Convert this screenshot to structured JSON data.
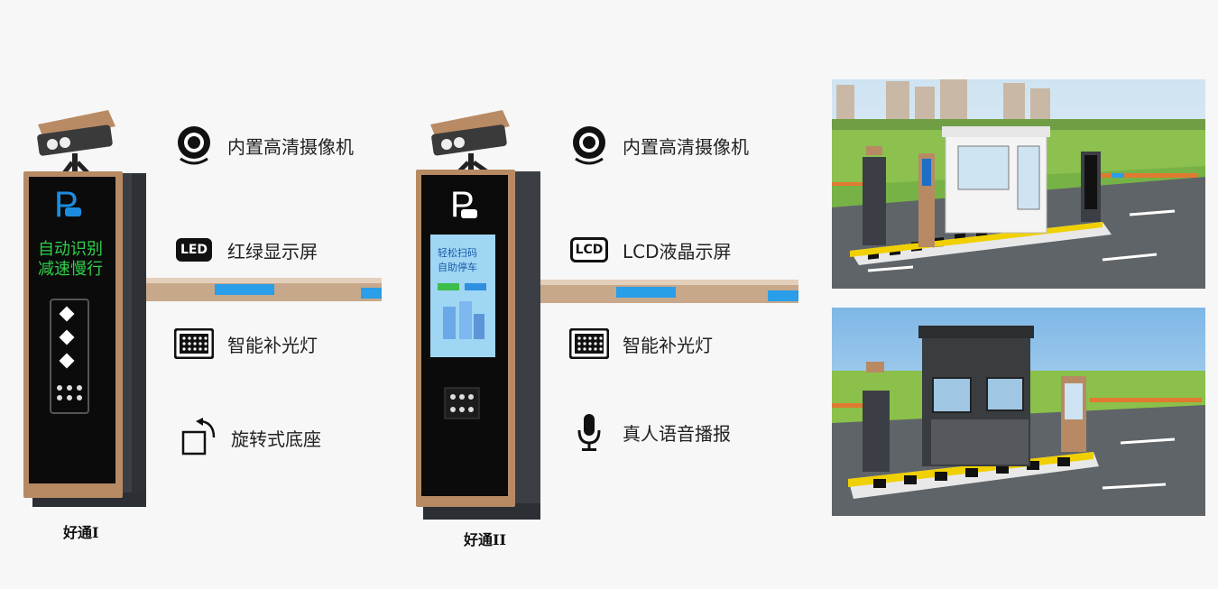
{
  "products": [
    {
      "caption": "好通I",
      "pillar_display": {
        "line1": "自动识别",
        "line2": "减速慢行",
        "parking_symbol": "P"
      },
      "features": [
        {
          "icon": "camera-icon",
          "label": "内置高清摄像机"
        },
        {
          "icon": "led-icon",
          "label": "红绿显示屏"
        },
        {
          "icon": "light-grid-icon",
          "label": "智能补光灯"
        },
        {
          "icon": "rotate-icon",
          "label": "旋转式底座"
        }
      ]
    },
    {
      "caption": "好通II",
      "pillar_display": {
        "line1": "轻松扫码",
        "line2": "自助停车",
        "parking_symbol": "P"
      },
      "features": [
        {
          "icon": "camera-icon",
          "label": "内置高清摄像机"
        },
        {
          "icon": "lcd-icon",
          "label": "LCD液晶示屏"
        },
        {
          "icon": "light-grid-icon",
          "label": "智能补光灯"
        },
        {
          "icon": "microphone-icon",
          "label": "真人语音播报"
        }
      ]
    }
  ],
  "icon_text": {
    "led": "LED",
    "lcd": "LCD"
  },
  "colors": {
    "bronze": "#b78a63",
    "pillar_dark": "#3b3f45",
    "led_green": "#2fd14a",
    "barrier_blue": "#2a9ee8"
  }
}
